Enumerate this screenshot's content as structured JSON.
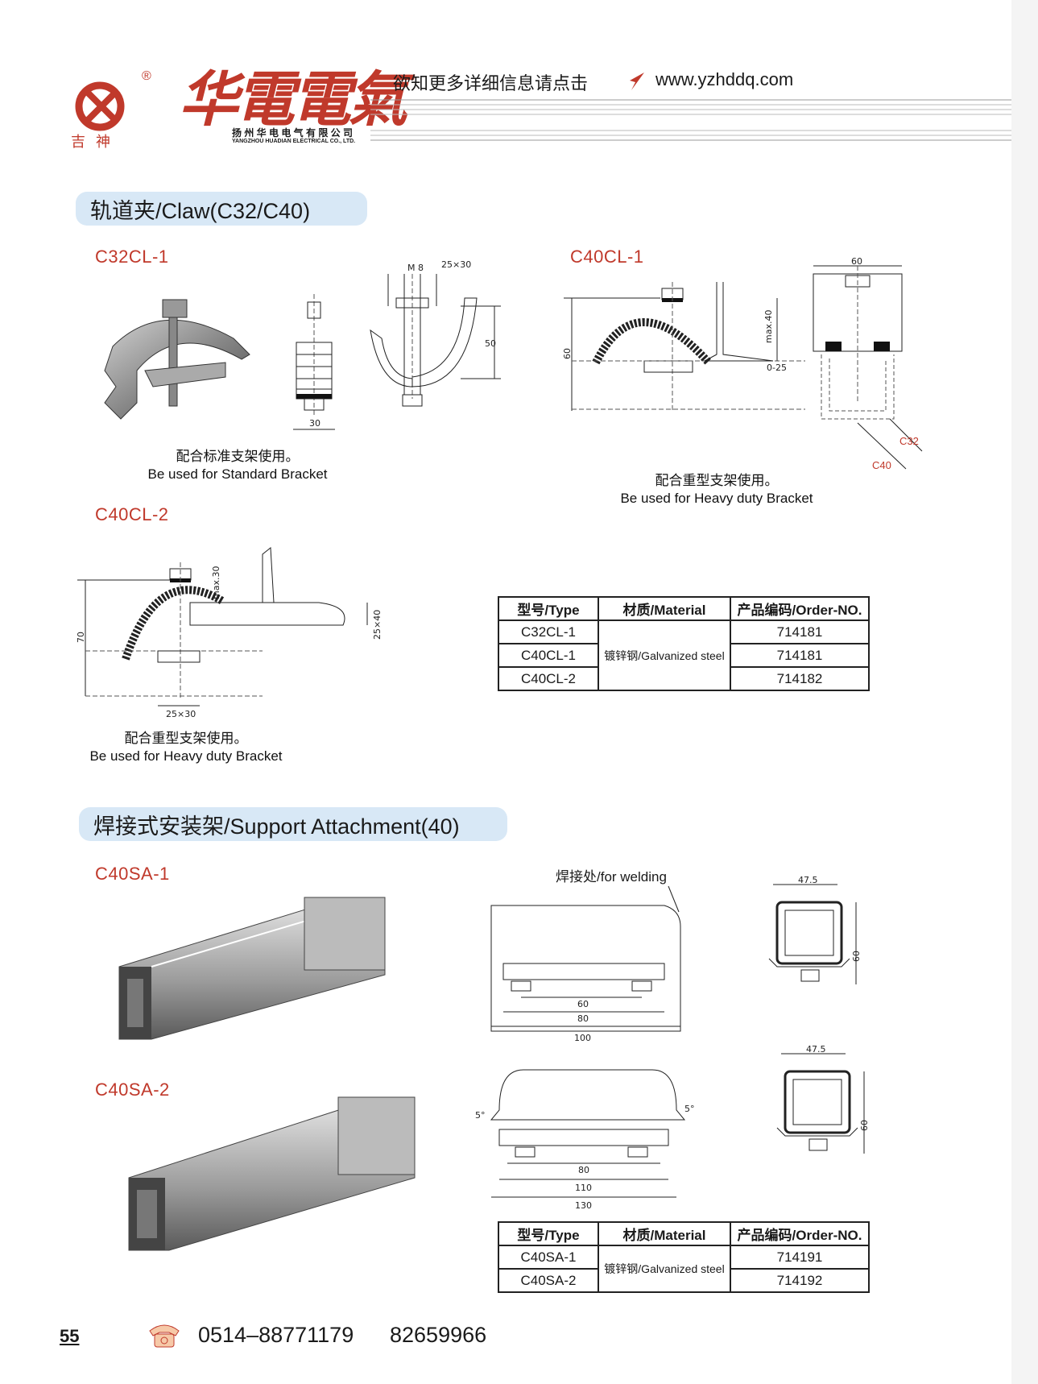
{
  "header": {
    "logo_mark": "CX",
    "logo_sub": "吉 神",
    "brand": "华電電氣",
    "company_cn": "扬 州 华 电 电 气 有 限 公 司",
    "company_en": "YANGZHOU HUADIAN ELECTRICAL CO.,  LTD.",
    "tagline": "欲知更多详细信息请点击",
    "url": "www.yzhddq.com",
    "registered_mark": "®"
  },
  "section1": {
    "title": "轨道夹/Claw(C32/C40)",
    "items": [
      {
        "model": "C32CL-1",
        "caption_cn": "配合标准支架使用。",
        "caption_en": "Be used for Standard Bracket",
        "dims": {
          "top": "25×30",
          "bolt": "M 8",
          "height": "50",
          "width": "30"
        }
      },
      {
        "model": "C40CL-1",
        "caption_cn": "配合重型支架使用。",
        "caption_en": "Be used for Heavy duty Bracket",
        "dims": {
          "width": "60",
          "height": "60",
          "max": "max.40",
          "gap": "0-25",
          "c32": "C32",
          "c40": "C40"
        }
      },
      {
        "model": "C40CL-2",
        "caption_cn": "配合重型支架使用。",
        "caption_en": "Be used for Heavy duty Bracket",
        "dims": {
          "height": "70",
          "max": "max.30",
          "rail": "25×40",
          "base": "25×30"
        }
      }
    ],
    "table": {
      "headers": [
        "型号/Type",
        "材质/Material",
        "产品编码/Order-NO."
      ],
      "material": "镀锌钢/Galvanized steel",
      "rows": [
        {
          "type": "C32CL-1",
          "order": "714181"
        },
        {
          "type": "C40CL-1",
          "order": "714181"
        },
        {
          "type": "C40CL-2",
          "order": "714182"
        }
      ]
    }
  },
  "section2": {
    "title": "焊接式安装架/Support Attachment(40)",
    "weld_label": "焊接处/for welding",
    "items": [
      {
        "model": "C40SA-1",
        "dims": {
          "d1": "60",
          "d2": "80",
          "d3": "100",
          "w": "47.5",
          "h": "60"
        }
      },
      {
        "model": "C40SA-2",
        "dims": {
          "d1": "80",
          "d2": "110",
          "d3": "130",
          "w": "47.5",
          "h": "60",
          "angle": "5°"
        }
      }
    ],
    "table": {
      "headers": [
        "型号/Type",
        "材质/Material",
        "产品编码/Order-NO."
      ],
      "material": "镀锌钢/Galvanized steel",
      "rows": [
        {
          "type": "C40SA-1",
          "order": "714191"
        },
        {
          "type": "C40SA-2",
          "order": "714192"
        }
      ]
    }
  },
  "footer": {
    "page_number": "55",
    "phone1": "0514–88771179",
    "phone2": "82659966"
  },
  "colors": {
    "accent_red": "#c0392b",
    "pill_blue": "#d8e8f6"
  }
}
